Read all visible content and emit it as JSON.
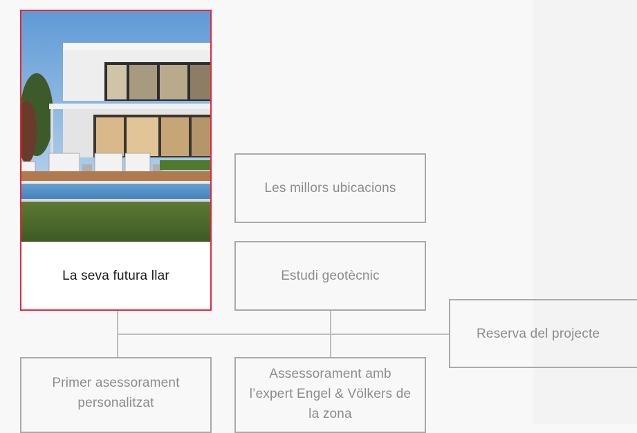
{
  "diagram": {
    "steps": [
      {
        "id": "future-home",
        "label": "La seva futura llar",
        "active": true
      },
      {
        "id": "best-locations",
        "label": "Les millors ubicacions",
        "active": false
      },
      {
        "id": "geotechnical",
        "label": "Estudi geotècnic",
        "active": false
      },
      {
        "id": "project-reservation",
        "label": "Reserva del projecte",
        "active": false
      },
      {
        "id": "first-advice",
        "label": "Primer asessorament personalitzat",
        "active": false
      },
      {
        "id": "expert-advice",
        "label": "Assessorament amb l’expert Engel & Völkers de la zona",
        "active": false
      }
    ]
  },
  "colors": {
    "accent": "#e3283b",
    "border": "#a9a9a9",
    "connector": "#bdbdbd",
    "muted_text": "#8c8c8c"
  },
  "card": {
    "image": "modern-villa-with-pool-photo"
  }
}
